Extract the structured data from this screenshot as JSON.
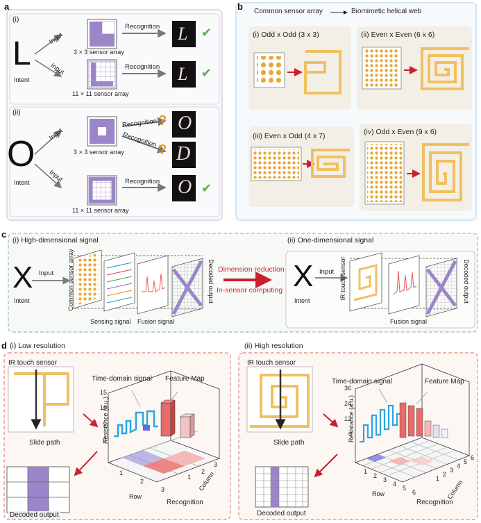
{
  "panel_a": {
    "letter": "a",
    "sub_i": "(i)",
    "sub_ii": "(ii)",
    "intent_letter_i": "L",
    "intent_letter_ii": "O",
    "intent_label": "Intent",
    "input_label": "Input",
    "recognition_label": "Recognition",
    "array_3x3": "3 × 3 sensor array",
    "array_11x11": "11 × 11 sensor array",
    "output_L": "L",
    "output_O": "O",
    "output_D": "D",
    "question_mark": "?",
    "check_mark": "✔"
  },
  "panel_b": {
    "letter": "b",
    "header_left": "Common sensor array",
    "header_right": "Biomimetic helical web",
    "cases": [
      {
        "label": "(i) Odd x Odd (3 x 3)"
      },
      {
        "label": "(ii) Even x Even (6 x 6)"
      },
      {
        "label": "(iii) Even x Odd (4 x 7)"
      },
      {
        "label": "(iv) Odd x Even (9 x 6)"
      }
    ]
  },
  "panel_c": {
    "letter": "c",
    "sub_i": "(i) High-dimensional signal",
    "sub_ii": "(ii) One-dimensional signal",
    "intent_letter": "X",
    "intent_label": "Intent",
    "input_label": "Input",
    "common_sensor_array": "Common sensor array",
    "sensing_signal": "Sensing signal",
    "fusion_signal": "Fusion signal",
    "decoded_output": "Decoded output",
    "dimension_reduction": "Dimension reduction",
    "in_sensor_computing": "In-sensor computing",
    "ir_touch_sensor": "IR touch sensor"
  },
  "panel_d": {
    "letter": "d",
    "sub_i": "(i) Low resolution",
    "sub_ii": "(ii) High resolution",
    "ir_touch_sensor": "IR touch sensor",
    "slide_path": "Slide path",
    "time_domain_signal": "Time-domain signal",
    "feature_map": "Feature Map",
    "resistance_axis": "Resistance (a.u.)",
    "row_axis": "Row",
    "column_axis": "Column",
    "recognition": "Recognition",
    "decoded_output": "Decoded output",
    "low_y_ticks": [
      "0",
      "5",
      "10",
      "15"
    ],
    "low_row_ticks": [
      "1",
      "2",
      "3"
    ],
    "low_col_ticks": [
      "1",
      "2",
      "3"
    ],
    "high_y_ticks": [
      "0",
      "12",
      "24",
      "36"
    ],
    "high_row_ticks": [
      "1",
      "2",
      "3",
      "4",
      "5",
      "6"
    ],
    "high_col_ticks": [
      "1",
      "2",
      "3",
      "4",
      "5",
      "6"
    ]
  },
  "colors": {
    "purple_grid": "#9a86c8",
    "orange": "#f0c060",
    "dot": "#e8a838",
    "red_arrow": "#c8202f",
    "check": "#59b04a",
    "question": "#e5a020",
    "signal_blue": "#2aa6e0",
    "bar_red": "#e86a6a",
    "bar_pink": "#f4b8b8"
  }
}
